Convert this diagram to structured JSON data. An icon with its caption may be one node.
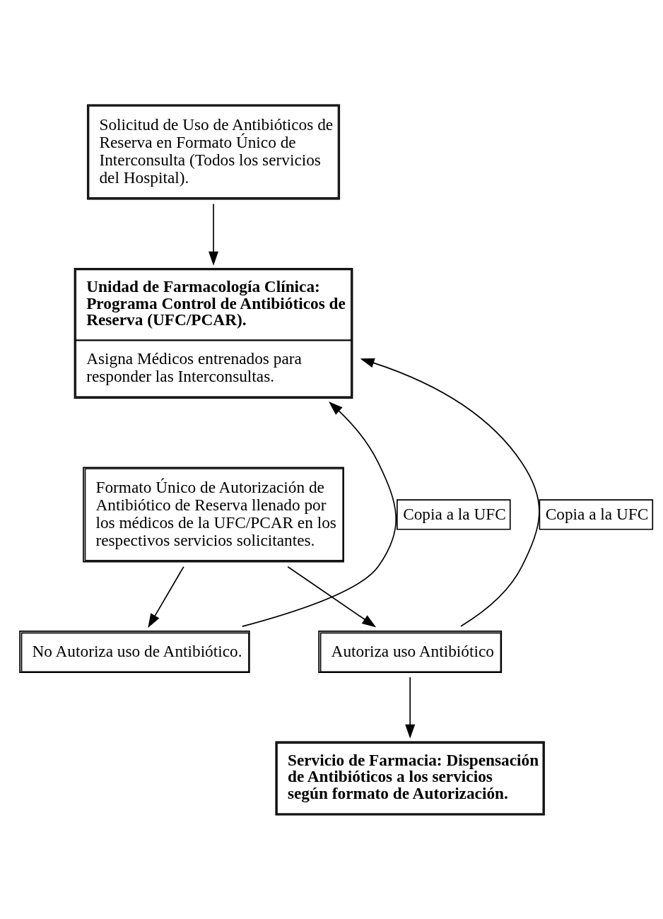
{
  "diagram": {
    "nodes": [
      {
        "text": [
          "Solicitud de Uso de Antibióticos de Reserva en Formato Único de Interconsulta (Todos los servicios del Hospital)."
        ]
      },
      {
        "text": [
          "Unidad de Farmacología Clínica: Programa Control de Antibióticos de Reserva (UFC/PCAR).",
          "Asigna Médicos entrenados para responder las Interconsultas."
        ]
      },
      {
        "text": [
          "Formato Único de Autorización de Antibiótico de Reserva llenado por los médicos de la UFC/PCAR en los respectivos servicios solicitantes."
        ]
      },
      {
        "text": [
          "No Autoriza uso de Antibiótico."
        ]
      },
      {
        "text": [
          "Autoriza uso Antibiótico"
        ]
      },
      {
        "text": [
          "Servicio de Farmacia: Dispensación de Antibióticos a los servicios según formato de Autorización."
        ]
      }
    ],
    "edges": [
      {
        "from": 0,
        "to": 1,
        "arrow": "to"
      },
      {
        "from": 2,
        "to": 3,
        "arrow": "to"
      },
      {
        "from": 2,
        "to": 4,
        "arrow": "to"
      },
      {
        "from": 3,
        "to": 1,
        "arrow": "to",
        "label": "Copia a la UFC"
      },
      {
        "from": 4,
        "to": 1,
        "arrow": "to",
        "label": "Copia a la UFC"
      },
      {
        "from": 4,
        "to": 5,
        "arrow": "to"
      }
    ]
  }
}
